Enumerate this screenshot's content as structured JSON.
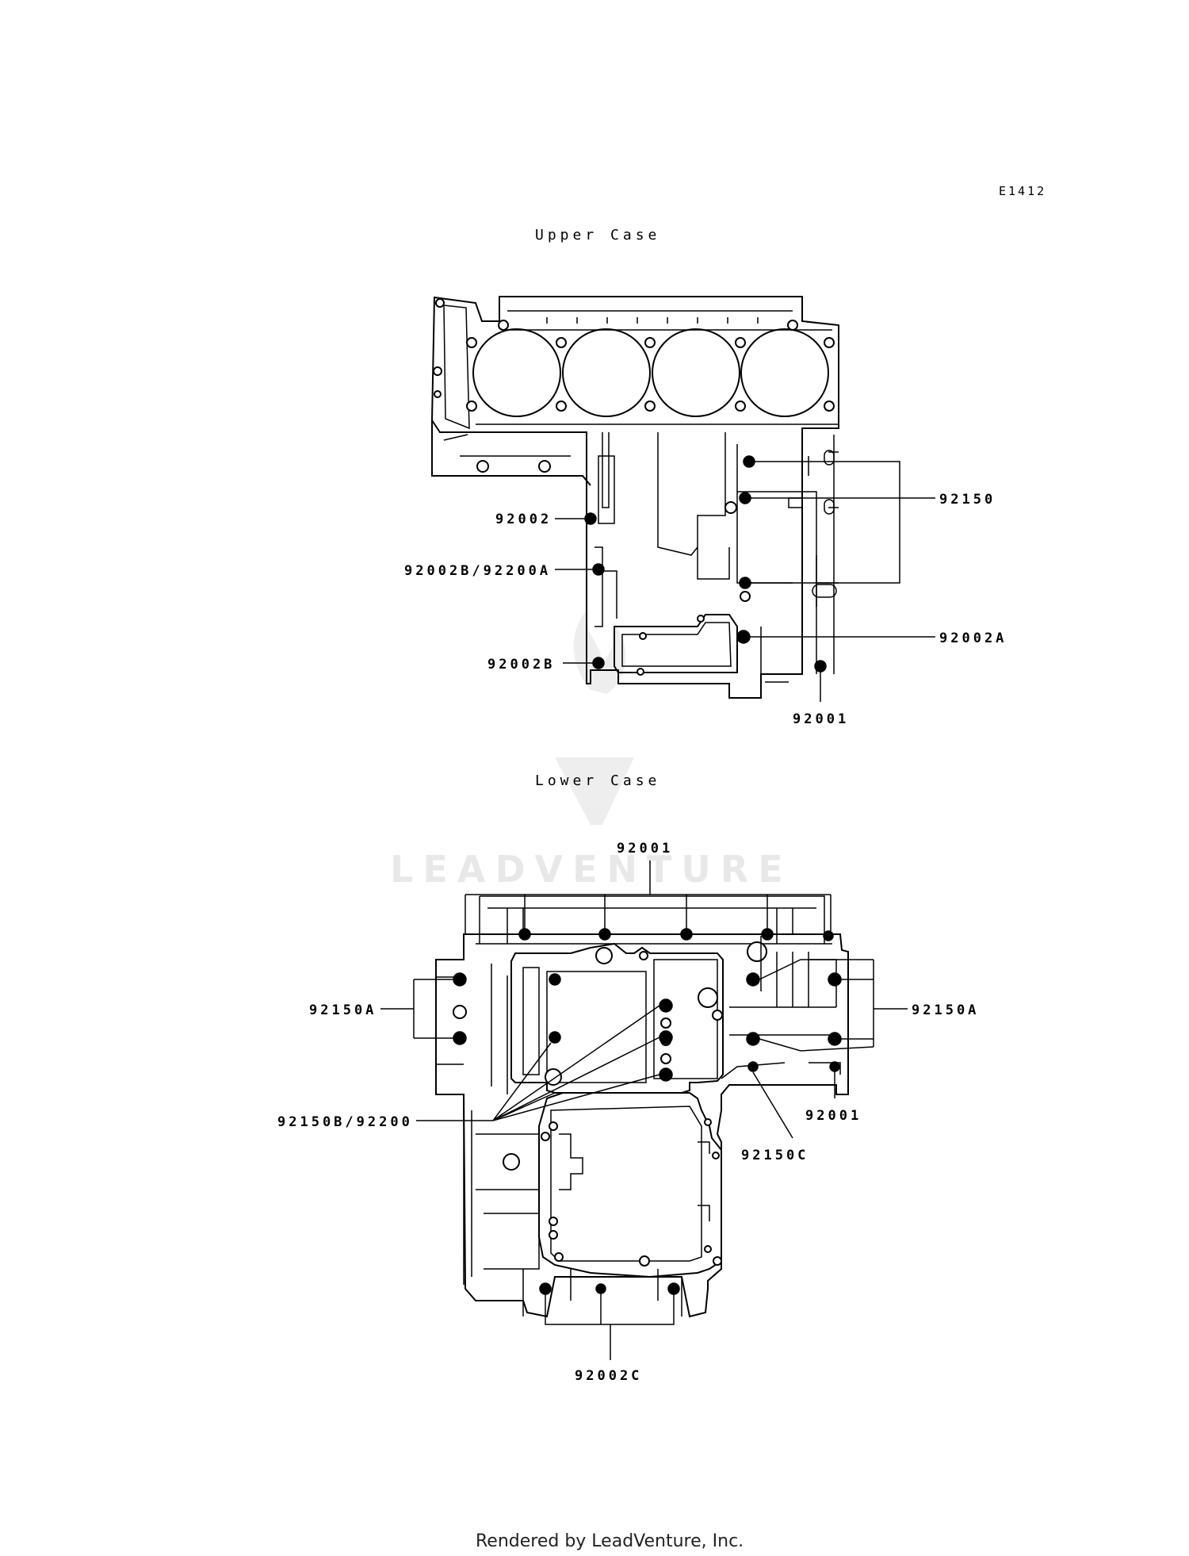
{
  "diagram_code": "E1412",
  "sections": {
    "upper": {
      "title": "Upper Case",
      "labels": {
        "l92150": "92150",
        "l92002": "92002",
        "l92002b_92200a": "92002B/92200A",
        "l92002a": "92002A",
        "l92002b": "92002B",
        "l92001": "92001"
      }
    },
    "lower": {
      "title": "Lower Case",
      "labels": {
        "l92001_top": "92001",
        "l92150a_left": "92150A",
        "l92150a_right": "92150A",
        "l92150b_92200": "92150B/92200",
        "l92001_right": "92001",
        "l92150c": "92150C",
        "l92002c": "92002C"
      }
    }
  },
  "watermark": "LEADVENTURE",
  "footer": "Rendered by LeadVenture, Inc."
}
